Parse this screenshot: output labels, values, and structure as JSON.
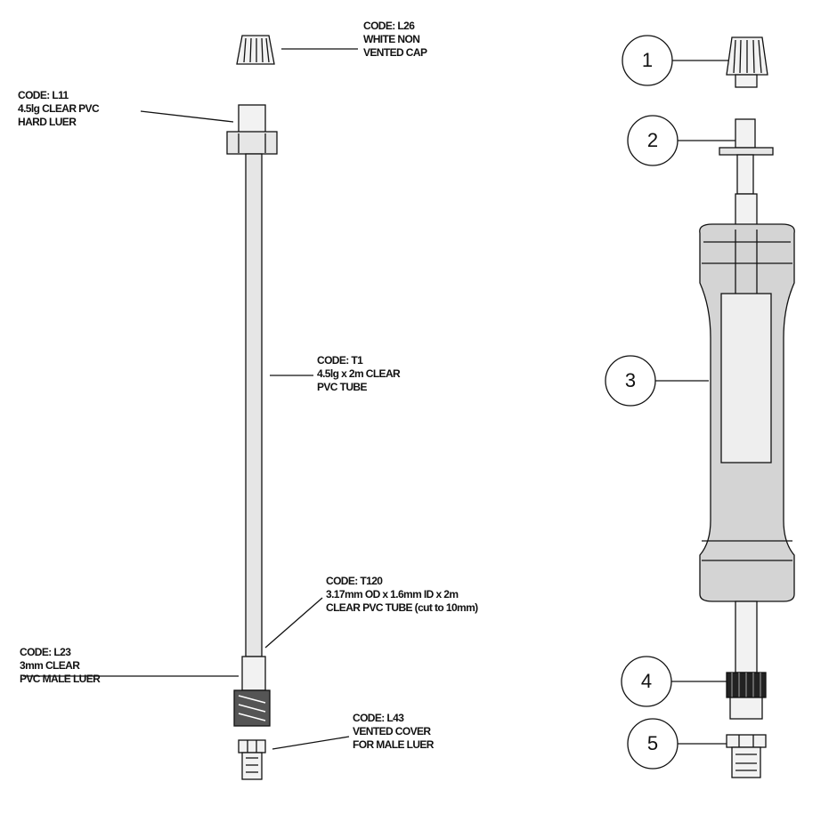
{
  "left_labels": {
    "l26": {
      "lines": [
        "CODE: L26",
        "WHITE NON",
        "VENTED CAP"
      ]
    },
    "l11": {
      "lines": [
        "CODE: L11",
        "4.5lg CLEAR PVC",
        "HARD LUER"
      ]
    },
    "t1": {
      "lines": [
        "CODE: T1",
        "4.5lg x 2m CLEAR",
        "PVC TUBE"
      ]
    },
    "t120": {
      "lines": [
        "CODE: T120",
        "3.17mm OD x 1.6mm ID x 2m",
        "CLEAR PVC TUBE (cut to 10mm)"
      ]
    },
    "l23": {
      "lines": [
        "CODE: L23",
        "3mm CLEAR",
        "PVC MALE LUER"
      ]
    },
    "l43": {
      "lines": [
        "CODE: L43",
        "VENTED COVER",
        "FOR MALE LUER"
      ]
    }
  },
  "callouts": [
    "1",
    "2",
    "3",
    "4",
    "5"
  ],
  "colors": {
    "stroke": "#111111",
    "tube_fill": "#e6e6e6",
    "grip_fill": "#d4d4d4",
    "dark": "#222222",
    "background": "#ffffff"
  }
}
